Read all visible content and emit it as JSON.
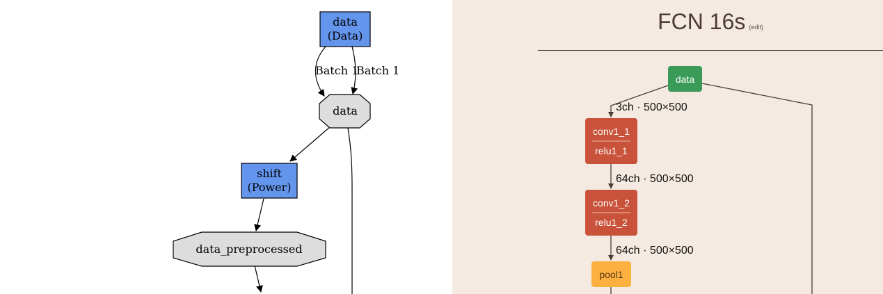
{
  "left_graph": {
    "nodes": {
      "data_layer": {
        "name": "data",
        "type": "(Data)"
      },
      "data_blob": {
        "label": "data"
      },
      "shift_layer": {
        "name": "shift",
        "type": "(Power)"
      },
      "data_preprocessed_blob": {
        "label": "data_preprocessed"
      }
    },
    "edge_labels": {
      "batch_left": "Batch 1",
      "batch_right": "Batch 1"
    },
    "colors": {
      "layer_fill": "#6495ed",
      "blob_fill": "#dddddd"
    }
  },
  "right_panel": {
    "title": "FCN 16s",
    "edit_label": "(edit)",
    "nodes": {
      "data": {
        "label": "data",
        "color": "#3a9a57"
      },
      "conv1_1": {
        "top": "conv1_1",
        "bottom": "relu1_1",
        "color": "#c9523a"
      },
      "conv1_2": {
        "top": "conv1_2",
        "bottom": "relu1_2",
        "color": "#c9523a"
      },
      "pool1": {
        "label": "pool1",
        "color": "#fbb040"
      }
    },
    "edge_labels": {
      "e1": "3ch · 500×500",
      "e2": "64ch · 500×500",
      "e3": "64ch · 500×500"
    }
  }
}
